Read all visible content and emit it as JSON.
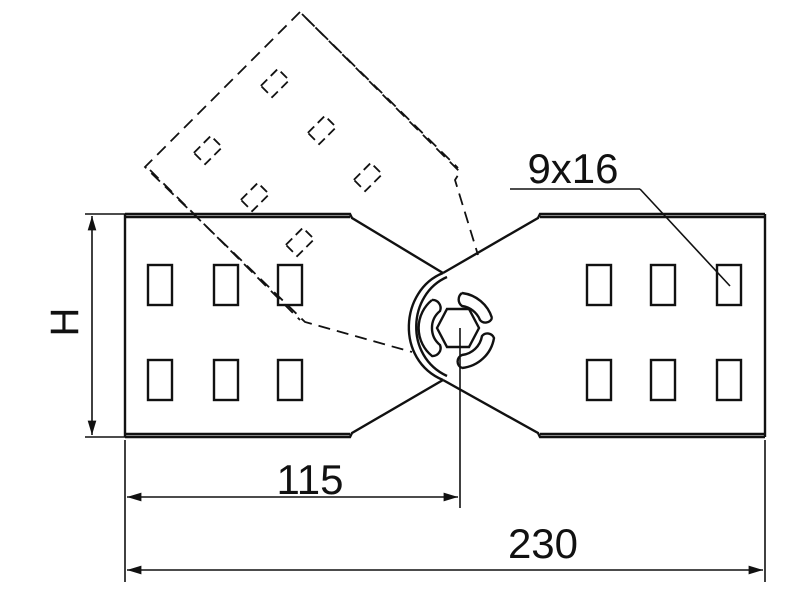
{
  "drawing": {
    "height_label": "H",
    "dim_half": "115",
    "dim_total": "230",
    "hole_label": "9x16",
    "line_color": "#111111"
  }
}
